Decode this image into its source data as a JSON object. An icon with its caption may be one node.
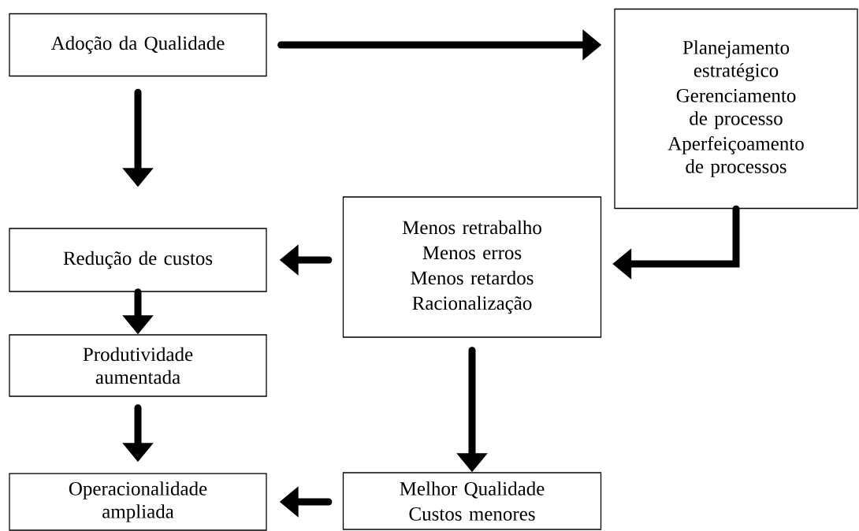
{
  "diagram": {
    "nodes": [
      {
        "text": [
          "Adoção da Qualidade"
        ]
      },
      {
        "text": [
          "Planejamento estratégico",
          "Gerenciamento de processo",
          "Aperfeiçoamento de processos"
        ]
      },
      {
        "text": [
          "Menos retrabalho",
          "Menos erros",
          "Menos retardos",
          "Racionalização"
        ]
      },
      {
        "text": [
          "Redução de custos"
        ]
      },
      {
        "text": [
          "Produtividade aumentada"
        ]
      },
      {
        "text": [
          "Melhor Qualidade",
          "Custos menores"
        ]
      },
      {
        "text": [
          "Operacionalidade ampliada"
        ]
      }
    ],
    "edges": [
      {
        "from": 0,
        "to": 1,
        "arrow": "to"
      },
      {
        "from": 0,
        "to": 3,
        "arrow": "to"
      },
      {
        "from": 1,
        "to": 2,
        "arrow": "to"
      },
      {
        "from": 2,
        "to": 3,
        "arrow": "to"
      },
      {
        "from": 3,
        "to": 4,
        "arrow": "to"
      },
      {
        "from": 2,
        "to": 5,
        "arrow": "to"
      },
      {
        "from": 4,
        "to": 6,
        "arrow": "to"
      },
      {
        "from": 5,
        "to": 6,
        "arrow": "to"
      }
    ]
  }
}
